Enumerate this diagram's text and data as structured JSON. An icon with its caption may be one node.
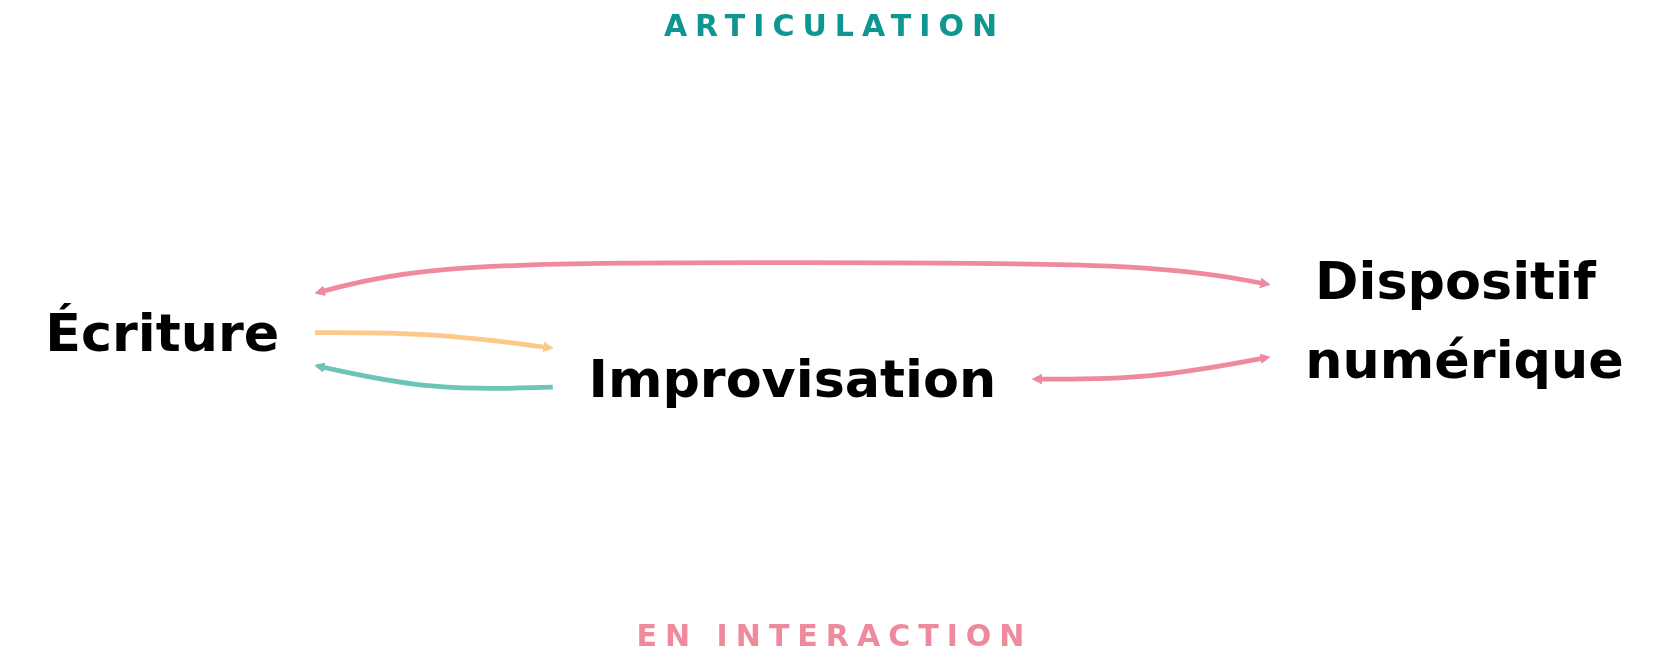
{
  "diagram": {
    "nodes": [
      {
        "text": [
          "Écriture"
        ]
      },
      {
        "text": [
          "Improvisation"
        ]
      },
      {
        "text": [
          "Dispositif numérique"
        ]
      }
    ],
    "edges": [
      {
        "from": 1,
        "to": 0,
        "arrow": "to",
        "color": "#6cc4b8"
      },
      {
        "from": 0,
        "to": 1,
        "arrow": "to",
        "color": "#fdc98a"
      },
      {
        "from": 0,
        "to": 2,
        "arrow": "both"
      },
      {
        "from": 1,
        "to": 2,
        "arrow": "both"
      }
    ],
    "labels": [
      "ARTICULATION",
      "EN INTERACTION"
    ]
  }
}
